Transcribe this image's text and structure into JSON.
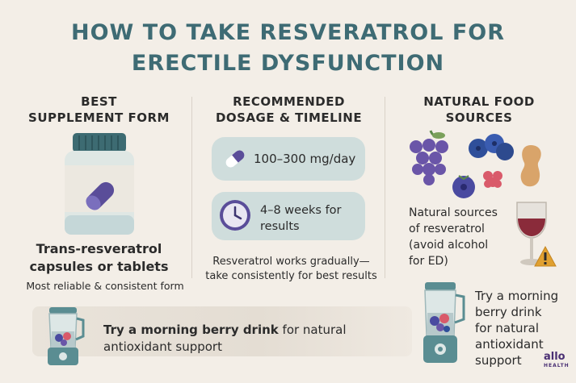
{
  "title_line1": "HOW TO TAKE RESVERATROL FOR",
  "title_line2": "ERECTILE DYSFUNCTION",
  "col1": {
    "heading_line1": "BEST",
    "heading_line2": "SUPPLEMENT FORM",
    "bold_line1": "Trans-resveratrol",
    "bold_line2": "capsules or tablets",
    "sub": "Most reliable & consistent form"
  },
  "col2": {
    "heading_line1": "RECOMMENDED",
    "heading_line2": "DOSAGE & TIMELINE",
    "dosage": "100–300 mg/day",
    "timeline_line1": "4–8 weeks for",
    "timeline_line2": "results",
    "note_line1": "Resveratrol works gradually—",
    "note_line2": "take consistently for best results"
  },
  "col3": {
    "heading_line1": "NATURAL FOOD",
    "heading_line2": "SOURCES",
    "text_line1": "Natural sources",
    "text_line2": "of resveratrol",
    "text_line3": "(avoid alcohol",
    "text_line4": "for ED)"
  },
  "banner": {
    "bold": "Try a morning berry drink",
    "rest_line1": " for natural",
    "line2": "antioxidant support"
  },
  "right_tip": {
    "line1": "Try a morning",
    "line2": "berry drink",
    "line3": "for natural",
    "line4": "antioxidant",
    "line5": "support"
  },
  "logo": {
    "line1": "allo",
    "line2": "HEALTH"
  },
  "icons": [
    "supplement-bottle-icon",
    "capsule-icon",
    "clock-icon",
    "grapes-icon",
    "blueberries-icon",
    "peanut-icon",
    "raspberry-icon",
    "wine-glass-icon",
    "warning-icon",
    "blender-icon"
  ],
  "colors": {
    "title": "#3e6b74",
    "background": "#f3eee7",
    "pill": "#cfdddc",
    "capsule": "#5a4d99"
  }
}
